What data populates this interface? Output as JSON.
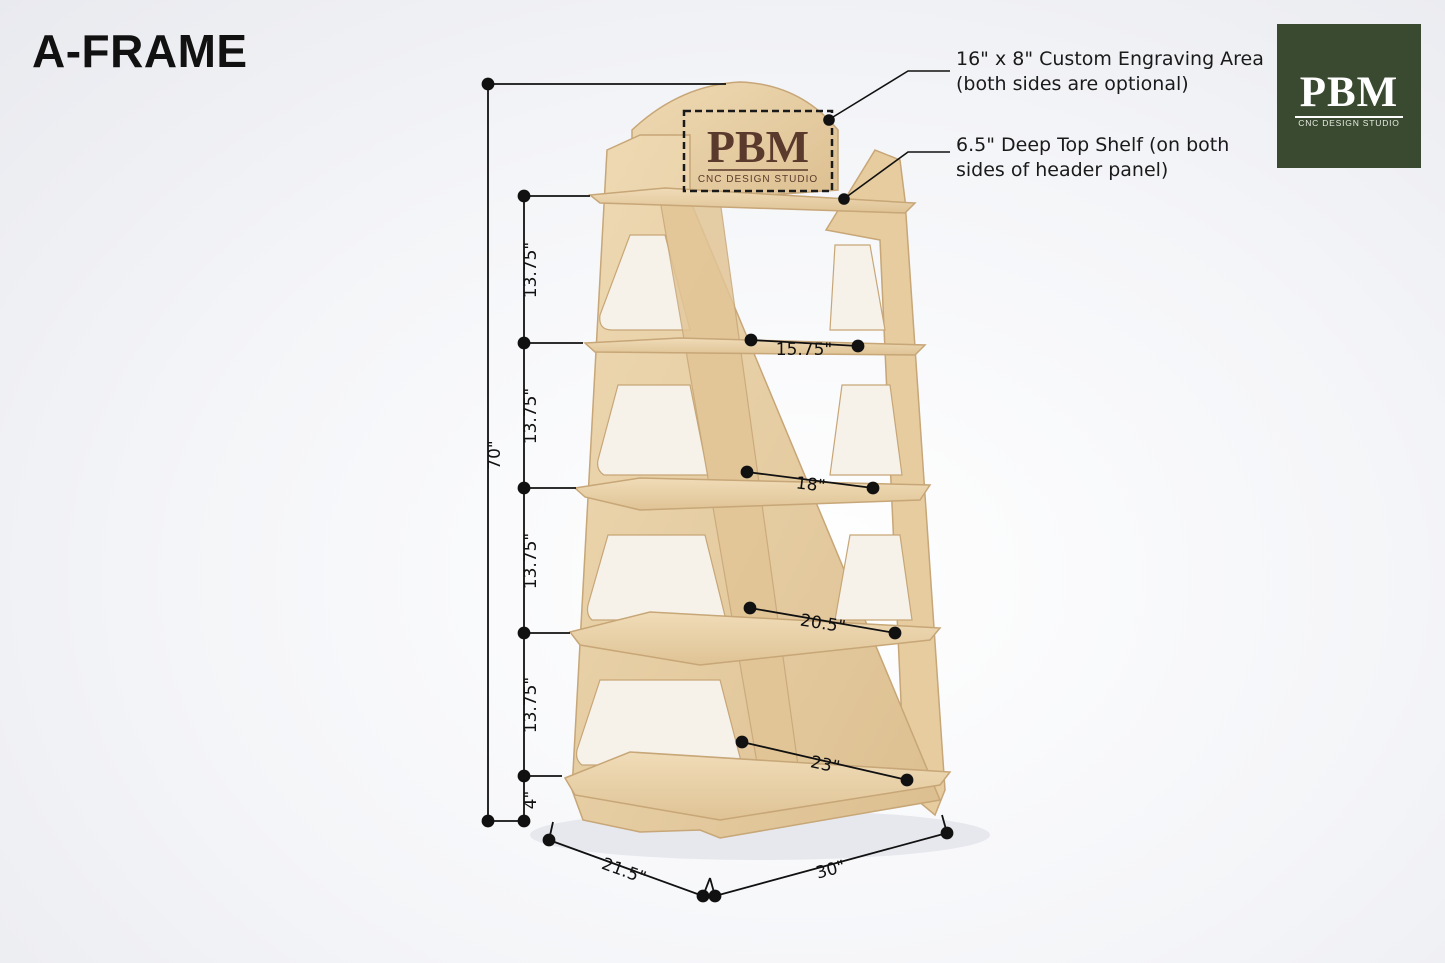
{
  "title": "A-FRAME",
  "logo": {
    "name": "PBM",
    "subtitle": "CNC DESIGN STUDIO",
    "bg": "#3a4a30"
  },
  "engraving": {
    "name": "PBM",
    "subtitle": "CNC DESIGN STUDIO"
  },
  "callouts": {
    "engraving_line1": "16\" x 8\" Custom Engraving Area",
    "engraving_line2": "(both sides are optional)",
    "top_shelf_line1": "6.5\" Deep Top Shelf (on both",
    "top_shelf_line2": "sides of header panel)"
  },
  "dimensions": {
    "total_height": "70\"",
    "shelf_spacing": [
      "13.75\"",
      "13.75\"",
      "13.75\"",
      "13.75\""
    ],
    "base_height": "4\"",
    "shelf_widths": [
      "15.75\"",
      "18\"",
      "20.5\"",
      "23\""
    ],
    "depth": "21.5\"",
    "width": "30\""
  },
  "colors": {
    "wood": "#e8cfa4",
    "wood_edge": "#c7a677",
    "engraving": "#5a3a2c",
    "dim_line": "#111111"
  }
}
